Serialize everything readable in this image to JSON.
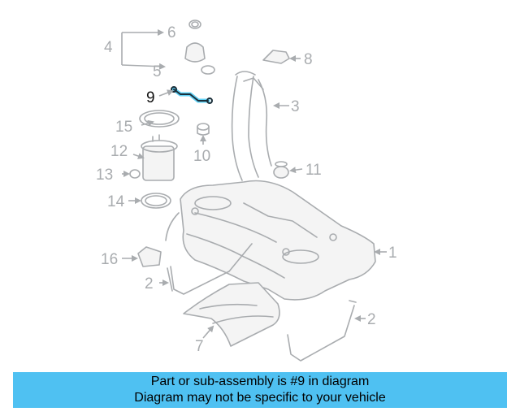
{
  "diagram": {
    "callouts": {
      "c1": "1",
      "c2a": "2",
      "c2b": "2",
      "c3": "3",
      "c4": "4",
      "c5": "5",
      "c6": "6",
      "c7": "7",
      "c8": "8",
      "c9": "9",
      "c10": "10",
      "c11": "11",
      "c12": "12",
      "c13": "13",
      "c14": "14",
      "c15": "15",
      "c16": "16"
    },
    "highlighted_part": "9"
  },
  "colors": {
    "banner_bg": "#4fc1f2",
    "part_line": "#a9acaf",
    "highlight_line": "#1b2f3a",
    "highlight_fill": "#5fd0f5"
  },
  "banner": {
    "line1": "Part or sub-assembly is #9 in diagram",
    "line2": "Diagram may not be specific to your vehicle"
  }
}
